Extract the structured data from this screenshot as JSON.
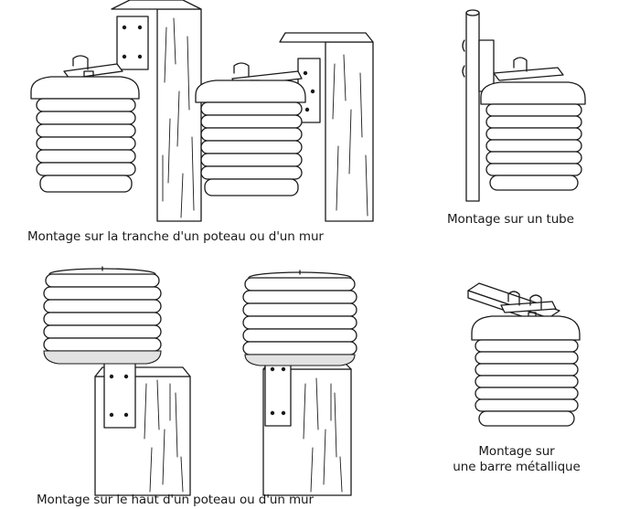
{
  "captions": {
    "edge_mount": "Montage sur la tranche d'un poteau ou d'un mur",
    "tube_mount": "Montage sur un tube",
    "top_mount": "Montage sur le haut d'un poteau ou d'un mur",
    "bar_mount_line1": "Montage sur",
    "bar_mount_line2": "une barre métallique"
  },
  "colors": {
    "ink": "#1a1a1a",
    "background": "#ffffff",
    "shade": "#e2e2e2"
  }
}
